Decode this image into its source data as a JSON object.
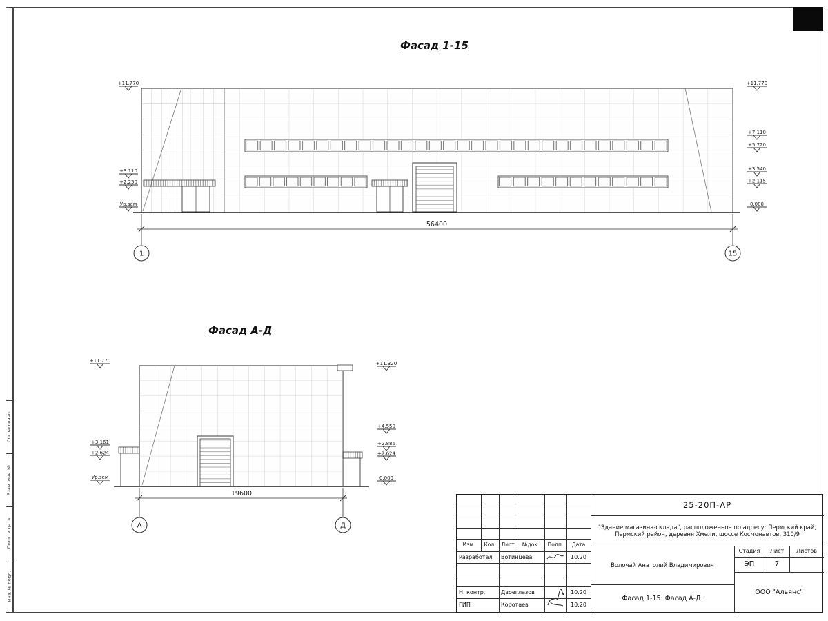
{
  "facade1": {
    "title": "Фасад 1-15",
    "dimension": "56400",
    "axis_left": "1",
    "axis_right": "15",
    "marks_left": [
      "+11.770",
      "+3.110",
      "+2.250",
      "Ур.зем"
    ],
    "marks_right": [
      "+11.770",
      "+7.110",
      "+5.720",
      "+3.540",
      "+2.115",
      "0.000"
    ]
  },
  "facade2": {
    "title": "Фасад А-Д",
    "dimension": "19600",
    "axis_left": "А",
    "axis_right": "Д",
    "marks_left": [
      "+11.770",
      "+3.161",
      "+2.624",
      "Ур.зем"
    ],
    "marks_right": [
      "+11.320",
      "+4.550",
      "+2.886",
      "+2.624",
      "0.000"
    ]
  },
  "titleblock": {
    "doc_code": "25-20П-АР",
    "project_line1": "\"Здание магазина-склада\", расположенное по адресу: Пермский край,",
    "project_line2": "Пермский район, деревня Хмели, шоссе Космонавтов, 310/9",
    "col_izm": "Изм.",
    "col_kol": "Кол.",
    "col_list": "Лист",
    "col_ndok": "№док.",
    "col_podp": "Подп.",
    "col_data": "Дата",
    "rows": [
      {
        "role": "Разработал",
        "name": "Вотинцева",
        "date": "10.20"
      },
      {
        "role": "Н. контр.",
        "name": "Двоеглазов",
        "date": "10.20"
      },
      {
        "role": "ГИП",
        "name": "Коротаев",
        "date": "10.20"
      }
    ],
    "architect": "Волочай Анатолий Владимирович",
    "stage_label": "Стадия",
    "sheet_label": "Лист",
    "sheets_label": "Листов",
    "stage_value": "ЭП",
    "sheet_value": "7",
    "sheet_title": "Фасад 1-15. Фасад А-Д.",
    "company": "ООО \"Альянс\""
  },
  "side_strip": {
    "labels": [
      "Согласовано",
      "Взам. инв. №",
      "Подп. и дата",
      "Инв. № подл."
    ]
  }
}
